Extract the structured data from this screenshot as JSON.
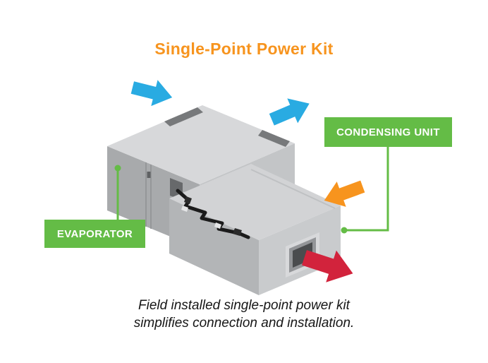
{
  "title": {
    "text": "Single-Point Power Kit",
    "color": "#F7941E"
  },
  "callouts": {
    "condensing": {
      "label": "CONDENSING UNIT",
      "color": "#64BC46"
    },
    "evaporator": {
      "label": "EVAPORATOR",
      "color": "#64BC46"
    }
  },
  "caption": {
    "line1": "Field installed single-point power kit",
    "line2": "simplifies connection and installation."
  },
  "illustration": {
    "arrows": [
      {
        "name": "airflow-arrow-blue-left-icon",
        "color": "#29ABE2",
        "direction": "right-down"
      },
      {
        "name": "airflow-arrow-blue-right-icon",
        "color": "#29ABE2",
        "direction": "up-right"
      },
      {
        "name": "airflow-arrow-orange-icon",
        "color": "#F7941E",
        "direction": "left-up"
      },
      {
        "name": "airflow-arrow-red-icon",
        "color": "#D2233C",
        "direction": "right-down"
      }
    ],
    "colors": {
      "arrow_blue": "#29ABE2",
      "arrow_orange": "#F7941E",
      "arrow_red": "#D2233C",
      "callout_green": "#64BC46",
      "cabinet_gray_light": "#D7D8DA",
      "cabinet_gray_mid": "#B3B5B7",
      "cabinet_gray_dark": "#A8AAAC"
    }
  }
}
